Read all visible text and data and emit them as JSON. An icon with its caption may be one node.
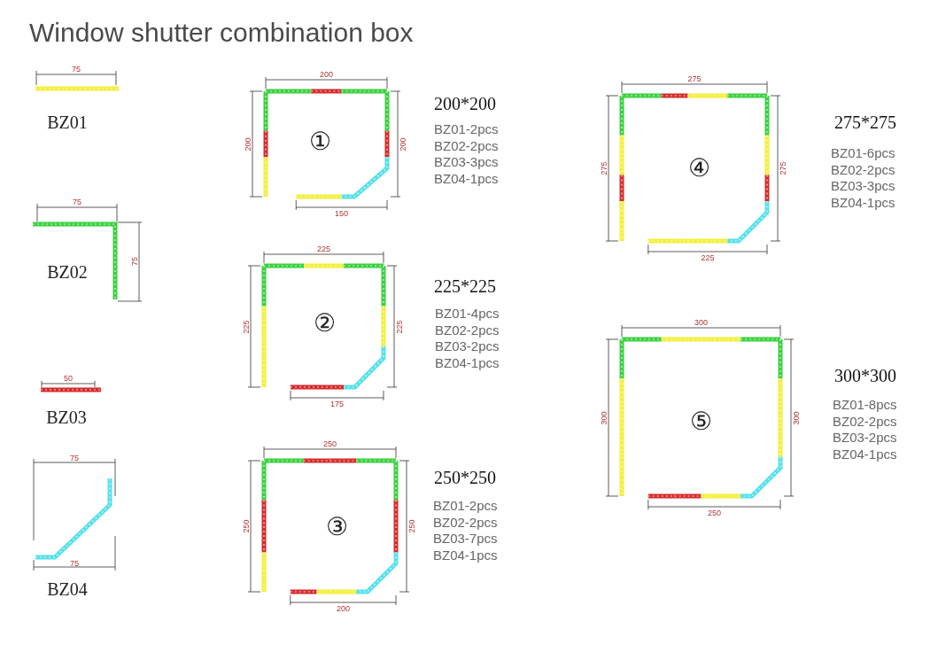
{
  "diagram": {
    "title": "Window shutter combination box",
    "labels": [
      "75",
      "BZ01",
      "75",
      "75",
      "BZ02",
      "50",
      "BZ03",
      "75",
      "75",
      "BZ04",
      "200",
      "200",
      "①",
      "200",
      "150",
      "200*200",
      "BZ01-2pcs",
      "BZ02-2pcs",
      "BZ03-3pcs",
      "BZ04-1pcs",
      "225",
      "225",
      "②",
      "225",
      "175",
      "225*225",
      "BZ01-4pcs",
      "BZ02-2pcs",
      "BZ03-2pcs",
      "BZ04-1pcs",
      "250",
      "250",
      "③",
      "250",
      "200",
      "250*250",
      "BZ01-2pcs",
      "BZ02-2pcs",
      "BZ03-7pcs",
      "BZ04-1pcs",
      "275",
      "275",
      "④",
      "275",
      "225",
      "275*275",
      "BZ01-6pcs",
      "BZ02-2pcs",
      "BZ03-3pcs",
      "BZ04-1pcs",
      "300",
      "300",
      "⑤",
      "300",
      "250",
      "300*300",
      "BZ01-8pcs",
      "BZ02-2pcs",
      "BZ03-2pcs",
      "BZ04-1pcs"
    ]
  }
}
